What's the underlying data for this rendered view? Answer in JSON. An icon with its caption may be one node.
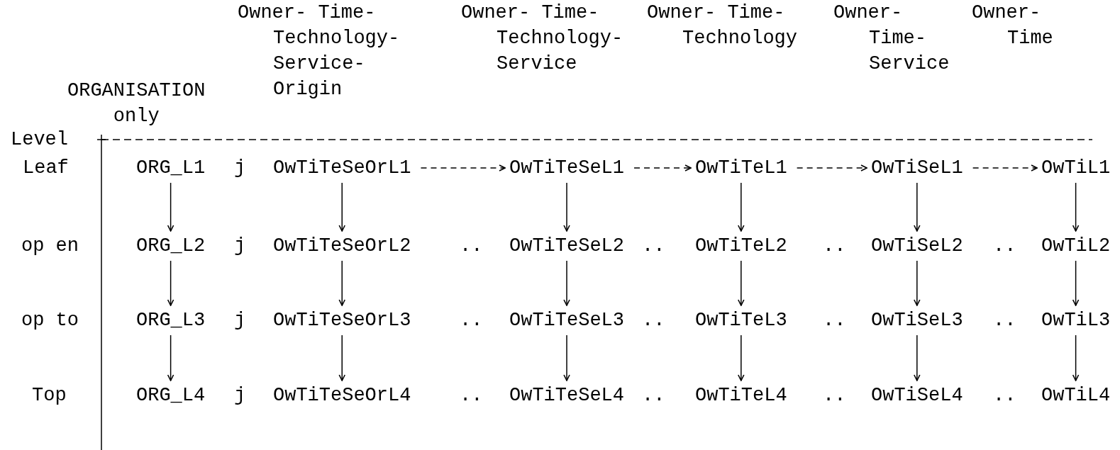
{
  "diagram": {
    "nodes": [
      {
        "text": [
          "ORG_L1"
        ]
      },
      {
        "text": [
          "OwTiTeSeOrL1"
        ]
      },
      {
        "text": [
          "OwTiTeSeL1"
        ]
      },
      {
        "text": [
          "OwTiTeL1"
        ]
      },
      {
        "text": [
          "OwTiSeL1"
        ]
      },
      {
        "text": [
          "OwTiL1"
        ]
      },
      {
        "text": [
          "ORG_L2"
        ]
      },
      {
        "text": [
          "OwTiTeSeOrL2"
        ]
      },
      {
        "text": [
          "OwTiTeSeL2"
        ]
      },
      {
        "text": [
          "OwTiTeL2"
        ]
      },
      {
        "text": [
          "OwTiSeL2"
        ]
      },
      {
        "text": [
          "OwTiL2"
        ]
      },
      {
        "text": [
          "ORG_L3"
        ]
      },
      {
        "text": [
          "OwTiTeSeOrL3"
        ]
      },
      {
        "text": [
          "OwTiTeSeL3"
        ]
      },
      {
        "text": [
          "OwTiTeL3"
        ]
      },
      {
        "text": [
          "OwTiSeL3"
        ]
      },
      {
        "text": [
          "OwTiL3"
        ]
      },
      {
        "text": [
          "ORG_L4"
        ]
      },
      {
        "text": [
          "OwTiTeSeOrL4"
        ]
      },
      {
        "text": [
          "OwTiTeSeL4"
        ]
      },
      {
        "text": [
          "OwTiTeL4"
        ]
      },
      {
        "text": [
          "OwTiSeL4"
        ]
      },
      {
        "text": [
          "OwTiL4"
        ]
      }
    ],
    "edges": [
      {
        "from": 1,
        "to": 2,
        "arrow": "to",
        "style": "dashed"
      },
      {
        "from": 2,
        "to": 3,
        "arrow": "to",
        "style": "dashed"
      },
      {
        "from": 3,
        "to": 4,
        "arrow": "to",
        "style": "dashed"
      },
      {
        "from": 4,
        "to": 5,
        "arrow": "to",
        "style": "dashed"
      },
      {
        "from": 0,
        "to": 6,
        "arrow": "to"
      },
      {
        "from": 6,
        "to": 12,
        "arrow": "to"
      },
      {
        "from": 12,
        "to": 18,
        "arrow": "to"
      },
      {
        "from": 1,
        "to": 7,
        "arrow": "to"
      },
      {
        "from": 7,
        "to": 13,
        "arrow": "to"
      },
      {
        "from": 13,
        "to": 19,
        "arrow": "to"
      },
      {
        "from": 2,
        "to": 8,
        "arrow": "to"
      },
      {
        "from": 8,
        "to": 14,
        "arrow": "to"
      },
      {
        "from": 14,
        "to": 20,
        "arrow": "to"
      },
      {
        "from": 3,
        "to": 9,
        "arrow": "to"
      },
      {
        "from": 9,
        "to": 15,
        "arrow": "to"
      },
      {
        "from": 15,
        "to": 21,
        "arrow": "to"
      },
      {
        "from": 4,
        "to": 10,
        "arrow": "to"
      },
      {
        "from": 10,
        "to": 16,
        "arrow": "to"
      },
      {
        "from": 16,
        "to": 22,
        "arrow": "to"
      },
      {
        "from": 5,
        "to": 11,
        "arrow": "to"
      },
      {
        "from": 11,
        "to": 17,
        "arrow": "to"
      },
      {
        "from": 17,
        "to": 23,
        "arrow": "to"
      }
    ],
    "labels": [
      "ORGANISATION only",
      "Owner- Time- Technology- Service- Origin",
      "Owner- Time- Technology- Service",
      "Owner- Time- Technology",
      "Owner- Time- Service",
      "Owner- Time",
      "Level",
      "Leaf",
      "j",
      "op en",
      "j",
      "..",
      "..",
      "..",
      "..",
      "op to",
      "j",
      "..",
      "..",
      "..",
      "..",
      "Top",
      "j",
      "..",
      "..",
      "..",
      ".."
    ]
  }
}
